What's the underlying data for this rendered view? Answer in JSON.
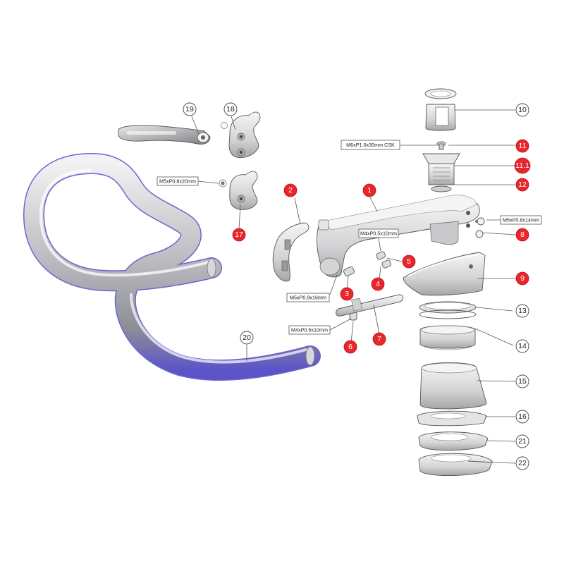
{
  "callouts_red": [
    "1",
    "2",
    "3",
    "4",
    "5",
    "6",
    "7",
    "8",
    "9",
    "11",
    "11.1",
    "12",
    "17"
  ],
  "callouts_white": [
    "10",
    "13",
    "14",
    "15",
    "16",
    "18",
    "19",
    "20",
    "21",
    "22"
  ],
  "specs": {
    "csk_bolt": "M6xP1.0x30mm CSK",
    "bolt_8": "M5xP0.8x14mm",
    "bolt_3": "M5xP0.8x16mm",
    "bolt_5": "M4xP0.5x10mm",
    "bolt_6": "M4xP0.5x10mm",
    "bolt_17": "M5xP0.8x20mm"
  },
  "colors": {
    "callout_red": "#e8262c",
    "metal_light": "#eeeeee",
    "metal_dark": "#8f8f96",
    "bar_shadow": "#5b54c8"
  }
}
